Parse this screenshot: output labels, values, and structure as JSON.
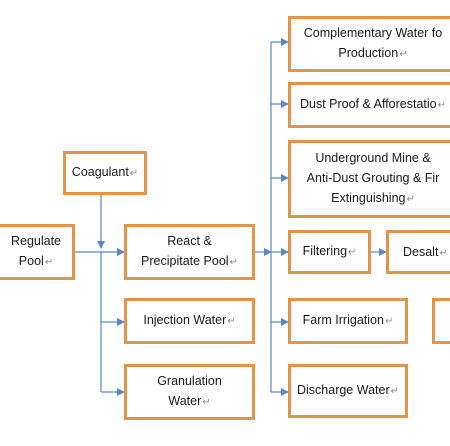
{
  "pilcrow": "↵",
  "colors": {
    "border": "#e0954a",
    "line": "#5b87c5",
    "text": "#1a1a1a"
  },
  "nodes": {
    "regulate": [
      "Regulate",
      "Pool"
    ],
    "coagulant": [
      "Coagulant"
    ],
    "react": [
      "React &",
      "Precipitate Pool"
    ],
    "injection": [
      "Injection Water"
    ],
    "granulation": [
      "Granulation",
      "Water"
    ],
    "complementary": [
      "Complementary Water fo",
      "Production"
    ],
    "dust_proof": [
      "Dust Proof & Afforestatio"
    ],
    "underground": [
      "Underground Mine &",
      "Anti-Dust Grouting & Fir",
      "Extinguishing"
    ],
    "filtering": [
      "Filtering"
    ],
    "desalt": [
      "Desalt"
    ],
    "farm": [
      "Farm Irrigation"
    ],
    "discharge": [
      "Discharge Water"
    ],
    "partial": []
  }
}
